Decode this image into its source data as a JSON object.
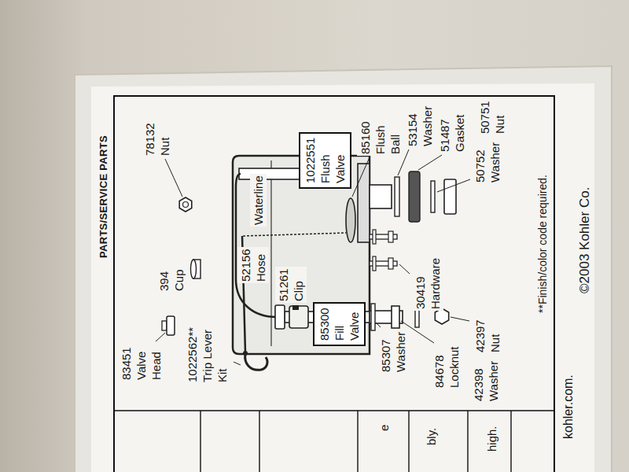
{
  "diagram": {
    "title": "PARTS/SERVICE PARTS",
    "nodes": [
      {
        "text": [
          "1022551 Flush Valve"
        ]
      },
      {
        "text": [
          "85300 Fill Valve"
        ]
      }
    ],
    "labels": [
      "78132 Nut",
      "83451 Valve Head",
      "394 Cup",
      "1022562** Trip Lever Kit",
      "52156 Hose",
      "Waterline",
      "51261 Clip",
      "85160 Flush Ball",
      "85307 Washer",
      "e",
      "53154 Washer",
      "30419 Hardware",
      "bly.",
      "84678 Locknut",
      "51487 Gasket",
      "50752 Washer",
      "42397 Nut",
      "42398 Washer",
      "50751 Nut",
      "high.",
      "**Finish/color code required.",
      "kohler.com.",
      "©2003 Kohler Co."
    ]
  }
}
